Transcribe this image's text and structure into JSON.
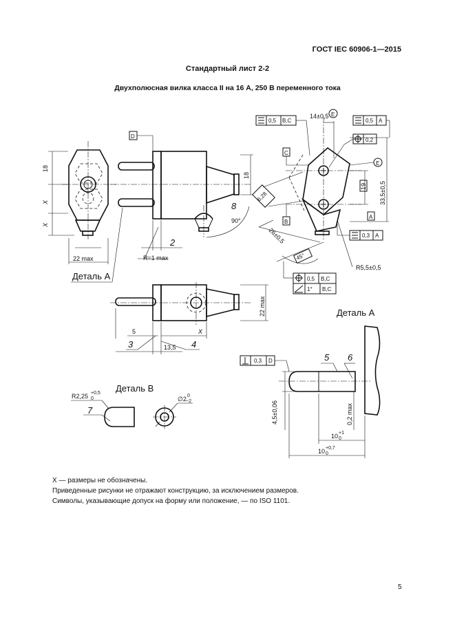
{
  "header": {
    "doc_code": "ГОСТ IEC 60906-1—2015",
    "sheet_title": "Стандартный лист 2-2",
    "subtitle": "Двухполюсная вилка класса II на 16 А, 250 В переменного тока"
  },
  "drawing": {
    "detail_a_label": "Деталь А",
    "detail_a_title": "Деталь А",
    "detail_b_title": "Деталь В",
    "dims": {
      "d18_left": "18",
      "x_left_1": "X",
      "x_left_2": "X",
      "w22": "22 max",
      "r1": "R=1 max",
      "n2": "2",
      "d18_right": "18",
      "n8": "8",
      "a90": "90°",
      "d14": "14±0,5",
      "d19": "19",
      "d33": "33,5±0,5",
      "d628": "6,28",
      "d26": "26±0,5",
      "a45": "45°",
      "r55": "R5,5±0,5",
      "w22v": "22 max",
      "d5": "5",
      "x_bot": "X",
      "d135": "13,5",
      "n3": "3",
      "n4": "4",
      "n5": "5",
      "n6": "6",
      "d45": "4,5±0,06",
      "d02": "0,2 max",
      "d10a": "10",
      "d10a_tol": "+1",
      "d10a_low": "0",
      "d10b": "10",
      "d10b_tol": "+0,7",
      "d10b_low": "0",
      "r225": "R2,25",
      "r225_tol": "+0,5",
      "r225_low": "0",
      "n7": "7",
      "dia2": "∅2",
      "dia2_up": "0",
      "dia2_low": "−2"
    },
    "datums": {
      "D": "D",
      "C": "C",
      "B": "B",
      "A": "A",
      "E": "E"
    },
    "frames": {
      "f1_val": "0,5",
      "f1_ref": "B,C",
      "f2_val": "0,5",
      "f2_ref": "A",
      "f3_val": "0,2",
      "f4_val": "0,3",
      "f4_ref": "A",
      "f5_val": "0,5",
      "f5_ref": "B,C",
      "f5b_val": "1°",
      "f5b_ref": "B,C",
      "f6_val": "0,3",
      "f6_ref": "D"
    }
  },
  "notes": [
    "X — размеры не обозначены.",
    "Приведенные рисунки не отражают конструкцию, за исключением размеров.",
    "Символы, указывающие допуск на форму или положение, — по ISO 1101."
  ],
  "page_number": "5"
}
